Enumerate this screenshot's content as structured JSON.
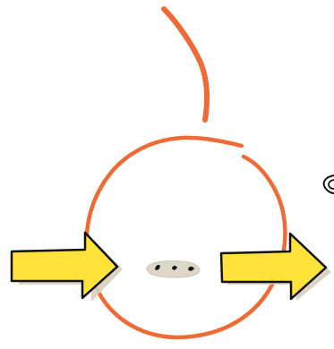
{
  "colors": {
    "background": "#ffffff",
    "stroke_orange": "#f06a36",
    "arrow_fill": "#ffe23a",
    "arrow_stroke": "#111111",
    "shadow": "#d7cfbd",
    "token_fill": "#ddd7c8",
    "token_dots": "#151515"
  },
  "illustration": {
    "elements": [
      "top-curved-stroke",
      "open-circle",
      "left-arrow",
      "center-token",
      "right-arrow",
      "swirl-fragment"
    ]
  }
}
